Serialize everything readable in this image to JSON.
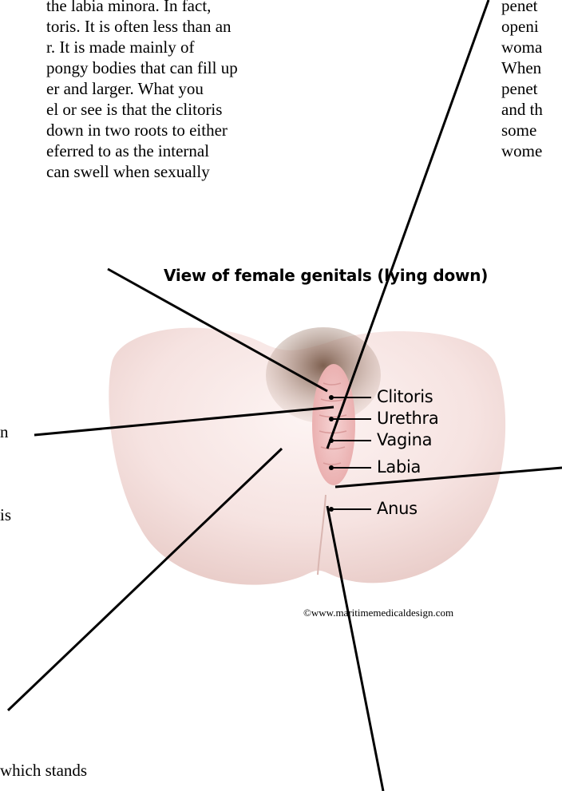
{
  "left_text": [
    "the labia minora. In fact,",
    "toris. It is often less than an",
    "r. It is made mainly of",
    "pongy bodies that can fill up",
    "er and larger. What you",
    "el or see is that the clitoris",
    "down in two roots to either",
    "eferred to as the internal",
    " can swell when sexually"
  ],
  "right_text": [
    "penet",
    "openi",
    "woma",
    "When",
    "penet",
    "and th",
    "some",
    "wome"
  ],
  "left_fragments": {
    "n": "n",
    "is": "is"
  },
  "bottom_text": "which stands",
  "diagram": {
    "title": "View of female genitals (lying down)",
    "labels": [
      "Clitoris",
      "Urethra",
      "Vagina",
      "Labia",
      "Anus"
    ],
    "credit": "©www.maritimemedicaldesign.com"
  },
  "colors": {
    "skin_light": "#fbeeed",
    "skin_mid": "#e9c6c2",
    "hair": "#8a6d5c",
    "labia": "#f0c0c0"
  }
}
